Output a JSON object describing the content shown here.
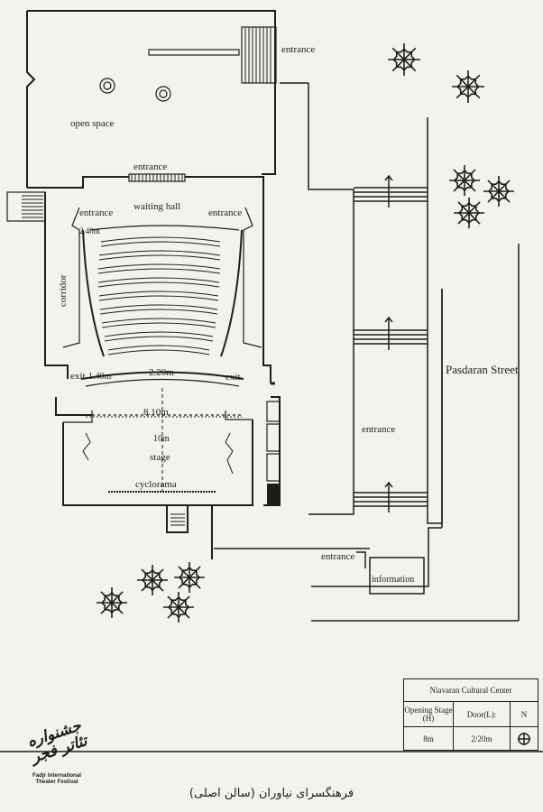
{
  "labels": {
    "entrance_top": "entrance",
    "open_space": "open space",
    "entrance_hall": "entrance",
    "waiting_hall": "waiting hall",
    "entrance_left": "entrance",
    "entrance_right": "entrance",
    "dim_top": "2.40m",
    "corridor": "corridor",
    "exit_left": "exit",
    "dim_exit": "1.40m",
    "dim_front": "2.20m",
    "exit_right": "exit",
    "dim_stage_width": "8.10m",
    "dim_stage_depth": "10m",
    "stage": "stage",
    "cyclorama": "cyclorama",
    "street": "Pasdaran Street",
    "entrance_street": "entrance",
    "entrance_bottom": "entrance",
    "information": "information"
  },
  "title_block": {
    "title": "Niavaran Cultural Center",
    "col1_header": "Opening Stage (H)",
    "col2_header": "Door(L):",
    "north_label": "N",
    "opening_value": "8m",
    "door_value": "2/20m"
  },
  "logo": {
    "mark": "جشنواره تئاتر فجر",
    "text_line1": "Fadjr International",
    "text_line2": "Theater Festival"
  },
  "caption": "فرهنگسرای نیاوران (سالن اصلی)"
}
